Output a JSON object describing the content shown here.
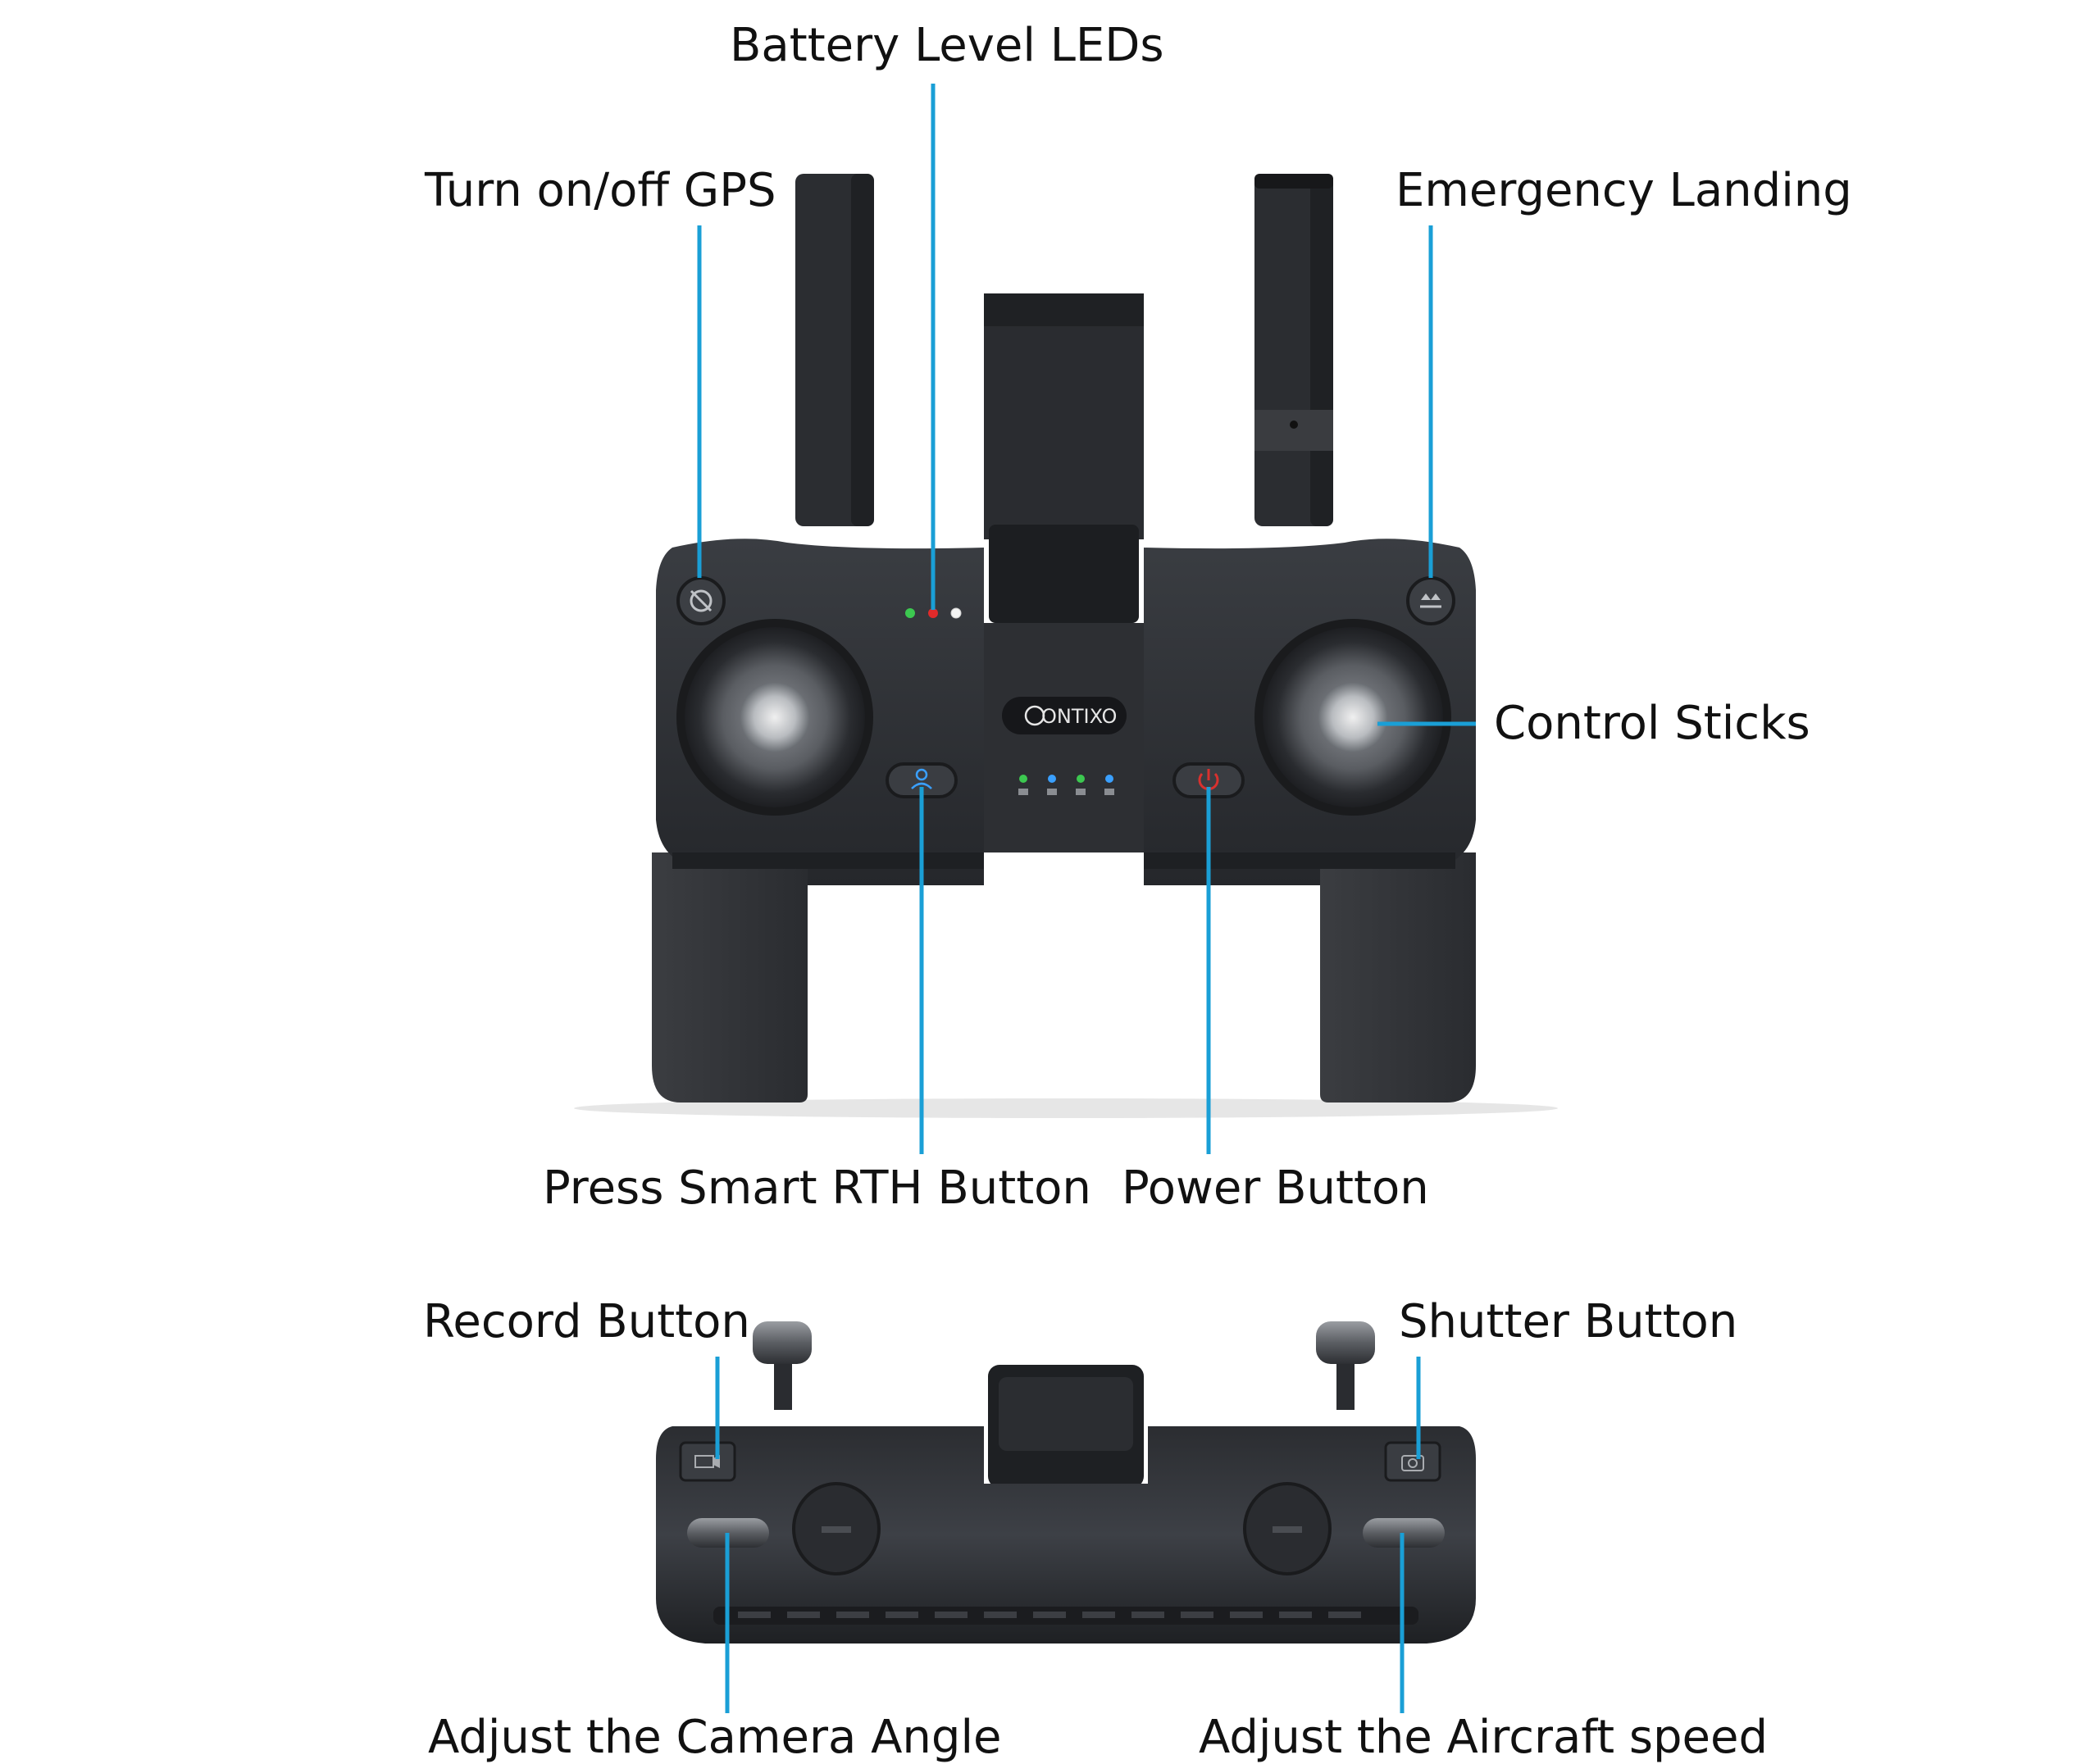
{
  "labels": {
    "battery_leds": "Battery Level LEDs",
    "gps": "Turn on/off GPS",
    "emergency": "Emergency Landing",
    "control_sticks": "Control Sticks",
    "rth": "Press Smart RTH Button",
    "power": "Power Button",
    "record": "Record Button",
    "shutter": "Shutter Button",
    "camera_angle": "Adjust the Camera Angle",
    "aircraft_speed": "Adjust the Aircraft speed"
  },
  "brand": "ONTIXO",
  "colors": {
    "callout_line": "#1a9fd6",
    "body": "#2f3135",
    "body_dark": "#1d1f22",
    "led_green": "#3cc850",
    "led_red": "#e02a2a",
    "led_white": "#f4f4f4",
    "led_blue": "#3aa0ff",
    "power_red": "#d8312e"
  },
  "icons": [
    "gps-icon",
    "emergency-landing-icon",
    "rth-icon",
    "power-icon",
    "record-icon",
    "shutter-icon"
  ]
}
